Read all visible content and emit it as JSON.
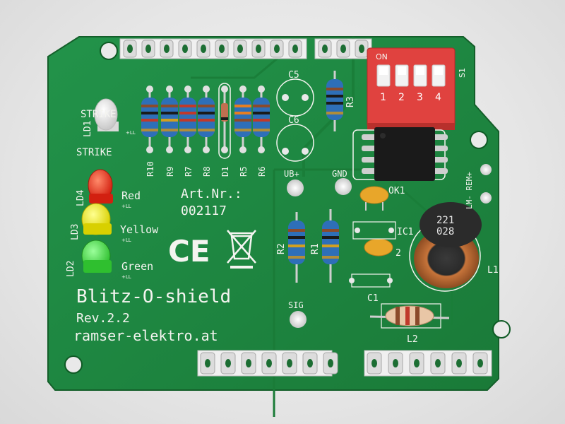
{
  "board": {
    "title": "Blitz-O-shield",
    "revision": "Rev.2.2",
    "website": "ramser-elektro.at",
    "art_label": "Art.Nr.:",
    "art_number": "002117",
    "ce_mark": "CE"
  },
  "leds": {
    "strike": {
      "id": "LD1",
      "label_top": "STRIKE",
      "label_bottom": "STRIKE",
      "mark": "+LL"
    },
    "red": {
      "id": "LD4",
      "label": "Red",
      "mark": "+LL"
    },
    "yellow": {
      "id": "LD3",
      "label": "Yellow",
      "mark": "+LL"
    },
    "green": {
      "id": "LD2",
      "label": "Green",
      "mark": "+LL"
    }
  },
  "resistors": [
    "R10",
    "R9",
    "R7",
    "R8",
    "D1",
    "R5",
    "R6"
  ],
  "right_resistors": {
    "r3": "R3",
    "r2": "R2",
    "r1": "R1"
  },
  "caps": {
    "c5": "C5",
    "c6": "C6",
    "c1": "C1",
    "c2": "2"
  },
  "pads": {
    "ub": "UB+",
    "gnd": "GND",
    "sig": "SIG"
  },
  "ic": {
    "ok1": "OK1",
    "ic1": "IC1"
  },
  "inductors": {
    "l1": "L1",
    "l2": "L2",
    "marking_top": "221",
    "marking_bottom": "028"
  },
  "dip": {
    "on": "ON",
    "numbers": [
      "1",
      "2",
      "3",
      "4"
    ],
    "id": "S1"
  },
  "side_label": "LM- REM+",
  "colors": {
    "pcb": "#1f8a3e",
    "pcb_dark": "#17702f",
    "silkscreen": "#f4f4f0",
    "dip_red": "#e0423f",
    "resistor_blue": "#2e6fb8"
  }
}
